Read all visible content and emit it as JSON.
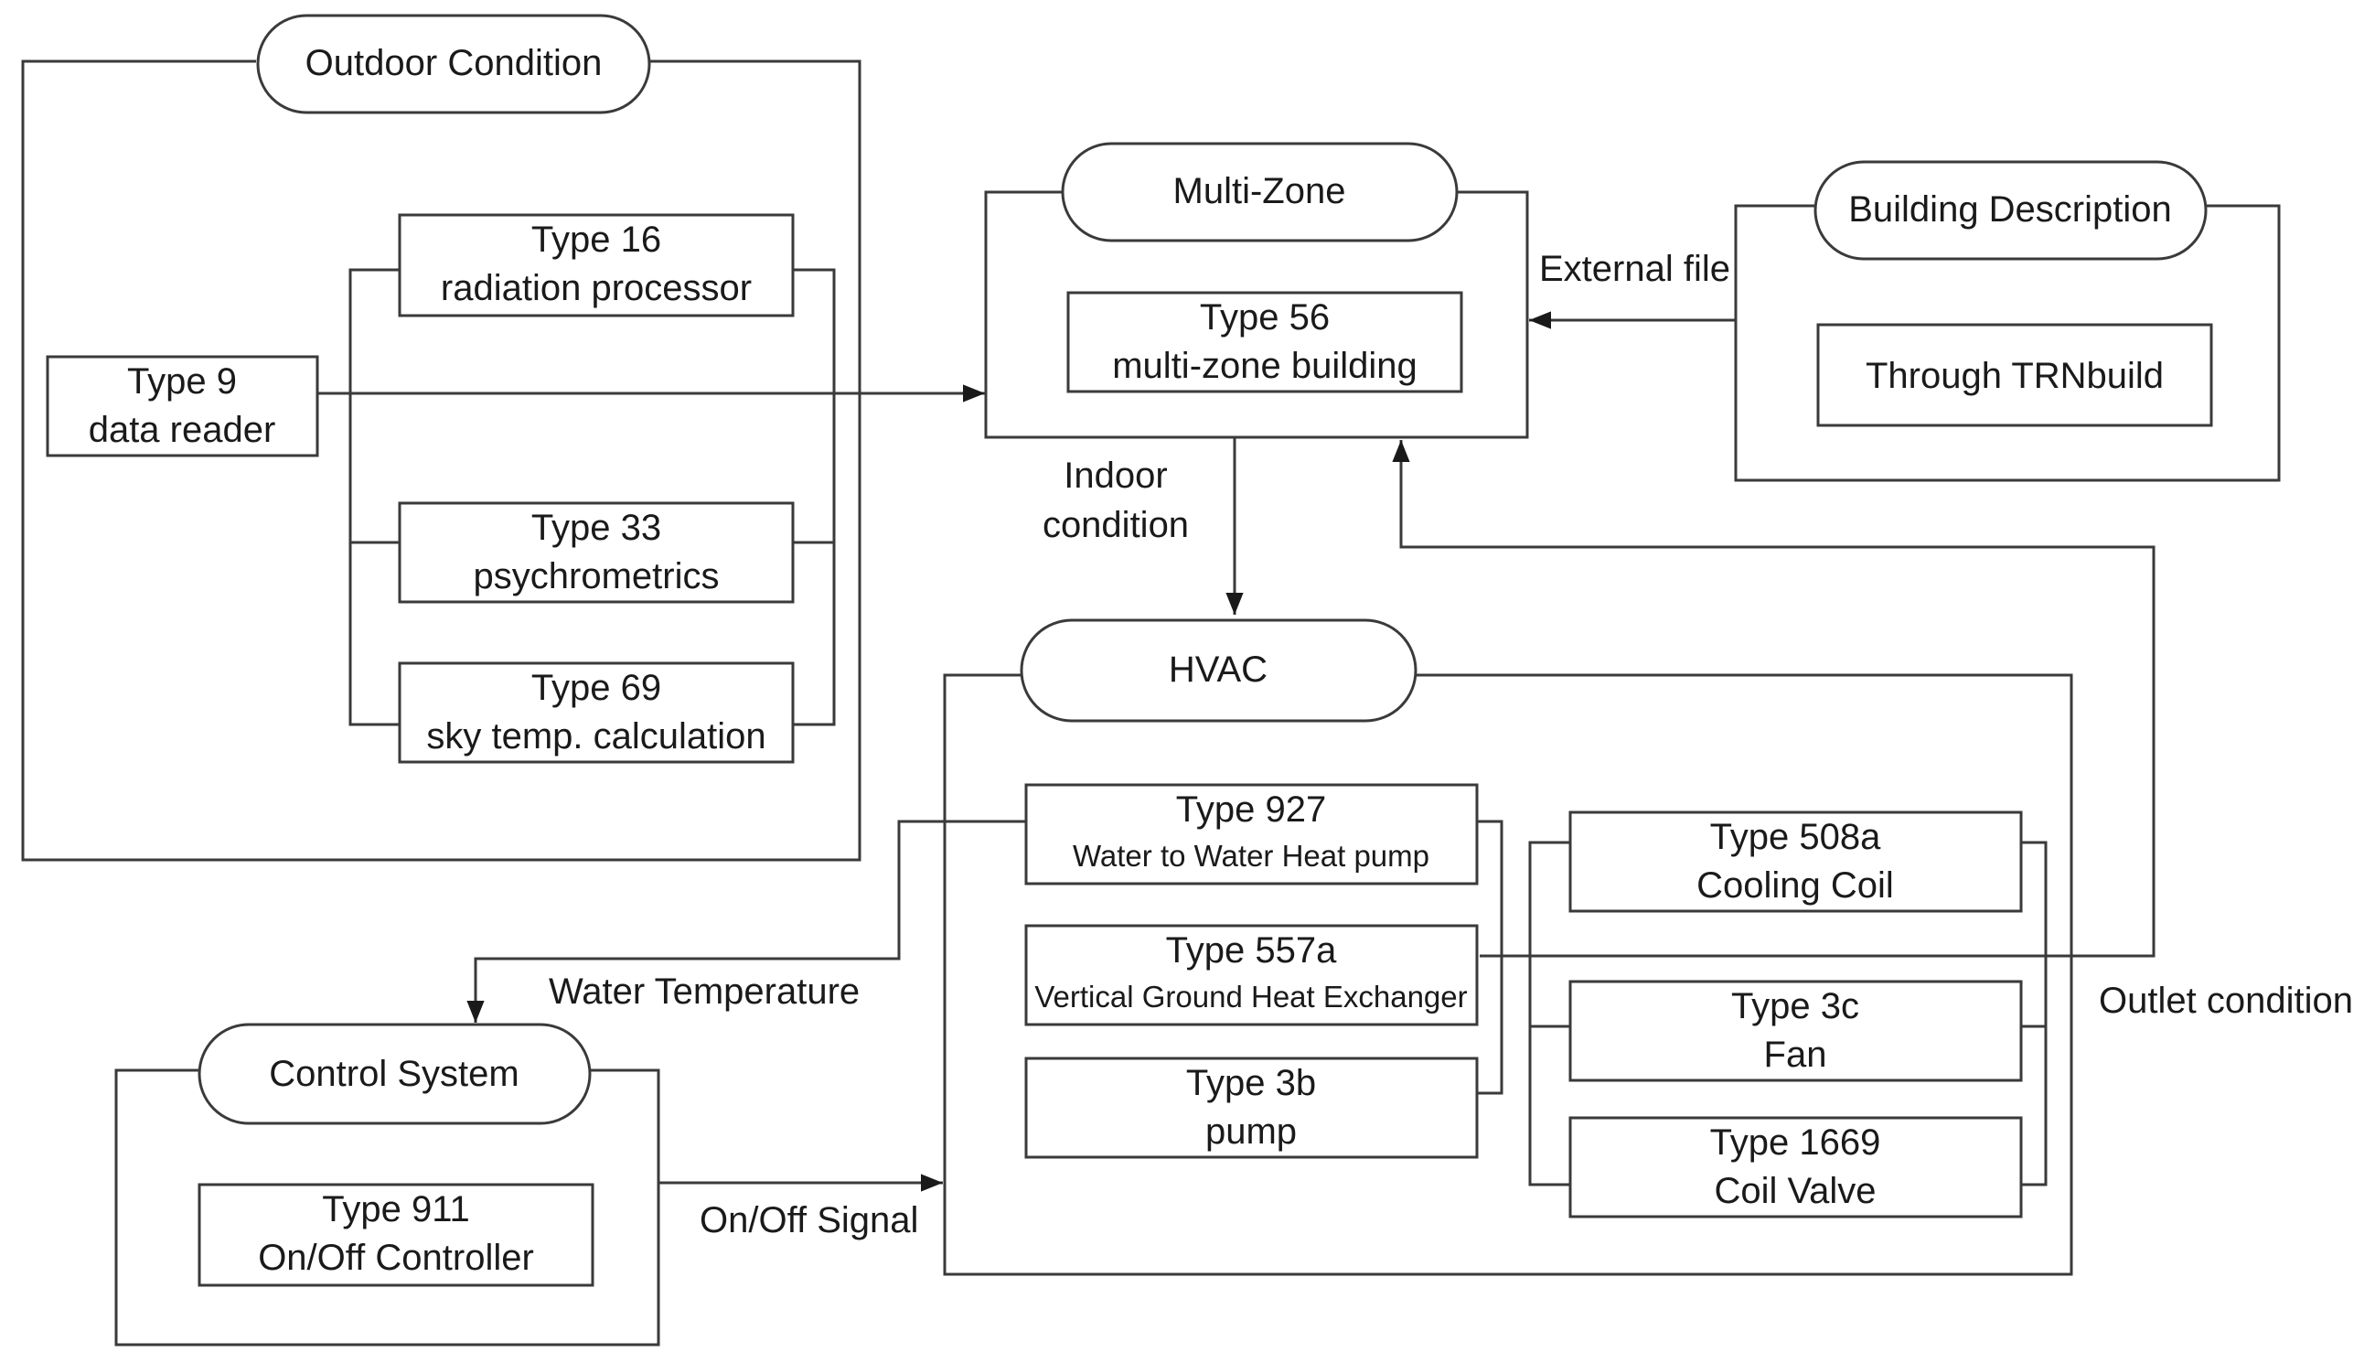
{
  "groups": {
    "outdoor": {
      "label": "Outdoor Condition"
    },
    "multizone": {
      "label": "Multi-Zone"
    },
    "building": {
      "label": "Building Description"
    },
    "hvac": {
      "label": "HVAC"
    },
    "control": {
      "label": "Control System"
    }
  },
  "components": {
    "type9": {
      "type": "Type 9",
      "desc": "data reader"
    },
    "type16": {
      "type": "Type 16",
      "desc": "radiation processor"
    },
    "type33": {
      "type": "Type 33",
      "desc": "psychrometrics"
    },
    "type69": {
      "type": "Type 69",
      "desc": "sky temp. calculation"
    },
    "type56": {
      "type": "Type 56",
      "desc": "multi-zone building"
    },
    "trnbuild": {
      "desc": "Through TRNbuild"
    },
    "type927": {
      "type": "Type 927",
      "desc": "Water to Water Heat pump"
    },
    "type557a": {
      "type": "Type 557a",
      "desc": "Vertical Ground Heat Exchanger"
    },
    "type3b": {
      "type": "Type 3b",
      "desc": "pump"
    },
    "type508a": {
      "type": "Type 508a",
      "desc": "Cooling Coil"
    },
    "type3c": {
      "type": "Type 3c",
      "desc": "Fan"
    },
    "type1669": {
      "type": "Type 1669",
      "desc": "Coil Valve"
    },
    "type911": {
      "type": "Type 911",
      "desc": "On/Off Controller"
    }
  },
  "flows": {
    "external_file": "External file",
    "indoor_line1": "Indoor",
    "indoor_line2": "condition",
    "water_temperature": "Water Temperature",
    "outlet_condition": "Outlet condition",
    "onoff_signal": "On/Off Signal"
  },
  "colors": {
    "stroke": "#3a3a3a",
    "text": "#1a1a1a",
    "background": "#ffffff"
  }
}
